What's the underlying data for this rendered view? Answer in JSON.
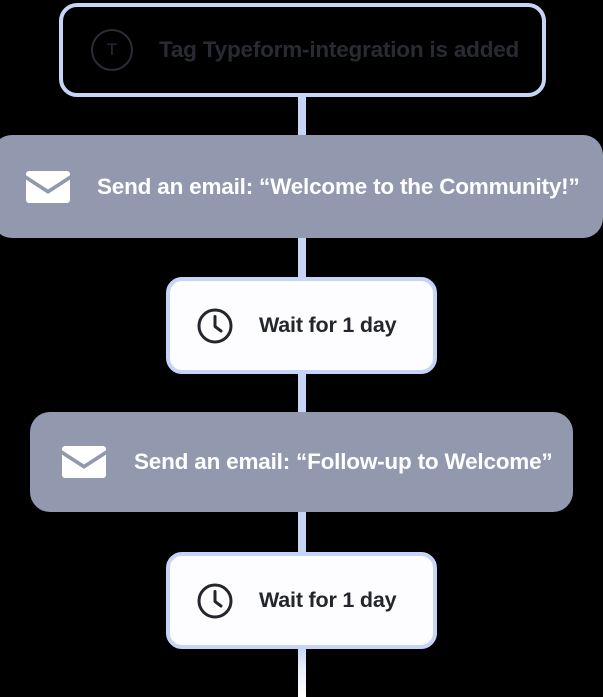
{
  "canvas": {
    "background": "#000000",
    "connector_color": "#c6d5f7",
    "accent_border": "#c6d5f7",
    "email_node_fill": "#9298ae",
    "wait_node_fill": "#fdfdff",
    "trigger_text_color": "#292b33",
    "email_text_color": "#ffffff",
    "wait_text_color": "#24262e"
  },
  "flow": {
    "nodes": [
      {
        "id": "trigger",
        "type": "trigger",
        "icon": "tag-avatar-icon",
        "avatar_initial": "T",
        "label": "Tag Typeform-integration is added"
      },
      {
        "id": "email-1",
        "type": "email",
        "icon": "envelope-icon",
        "label": "Send an email: “Welcome to the Community!”"
      },
      {
        "id": "wait-1",
        "type": "wait",
        "icon": "clock-icon",
        "label": "Wait for 1 day"
      },
      {
        "id": "email-2",
        "type": "email",
        "icon": "envelope-icon",
        "label": "Send an email: “Follow-up to Welcome”"
      },
      {
        "id": "wait-2",
        "type": "wait",
        "icon": "clock-icon",
        "label": "Wait for 1 day"
      }
    ],
    "connectors": [
      {
        "id": "c1",
        "from": "trigger",
        "to": "email-1"
      },
      {
        "id": "c2",
        "from": "email-1",
        "to": "wait-1"
      },
      {
        "id": "c3",
        "from": "wait-1",
        "to": "email-2"
      },
      {
        "id": "c4",
        "from": "email-2",
        "to": "wait-2"
      },
      {
        "id": "c5",
        "from": "wait-2",
        "to": ""
      }
    ]
  }
}
